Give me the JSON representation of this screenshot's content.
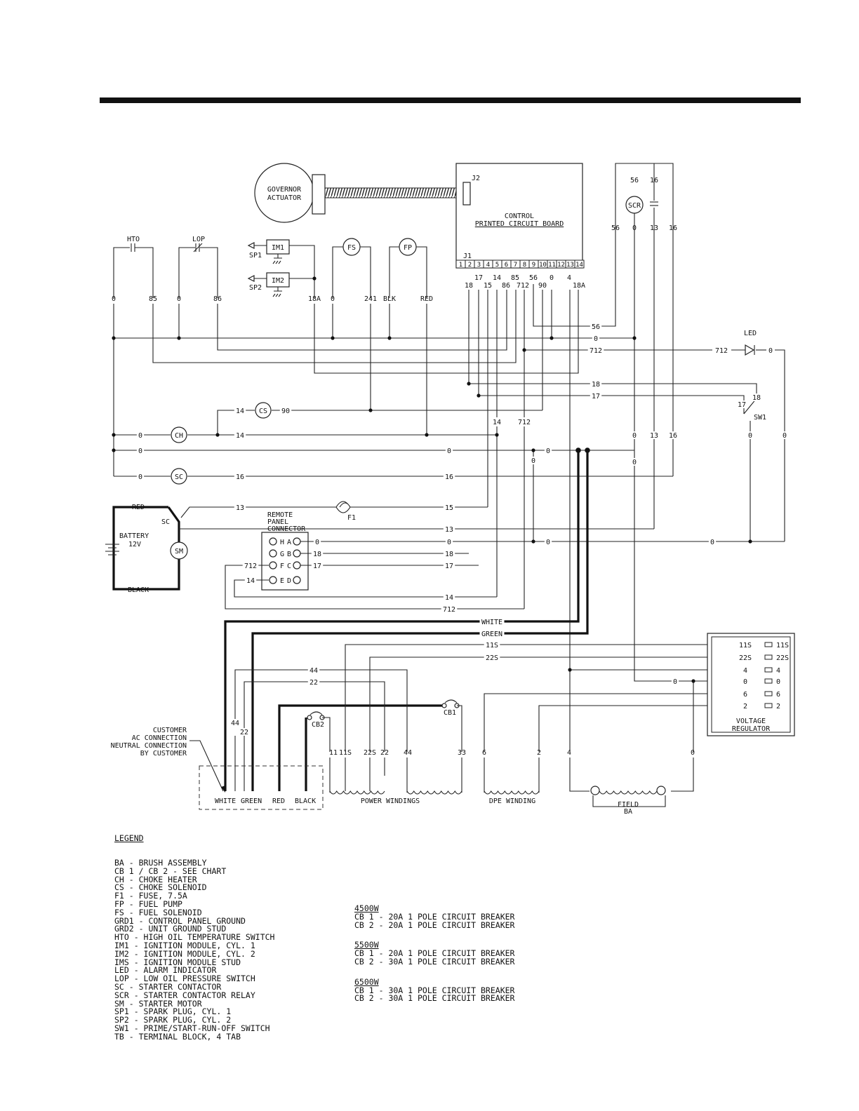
{
  "components": {
    "governor": [
      "GOVERNOR",
      "ACTUATOR"
    ],
    "j2": "J2",
    "board": [
      "CONTROL",
      "PRINTED CIRCUIT BOARD"
    ],
    "j1": "J1",
    "pins": [
      "1",
      "2",
      "3",
      "4",
      "5",
      "6",
      "7",
      "8",
      "9",
      "10",
      "11",
      "12",
      "13",
      "14"
    ],
    "pin_wires": [
      "18",
      "17",
      "15",
      "14",
      "86",
      "85",
      "712",
      "56",
      "90",
      "0",
      "4",
      "18A"
    ],
    "hto": "HTO",
    "lop": "LOP",
    "im1": "IM1",
    "im2": "IM2",
    "sp1": "SP1",
    "sp2": "SP2",
    "fs": "FS",
    "fp": "FP",
    "scr": "SCR",
    "cs": "CS",
    "ch": "CH",
    "sc": "SC",
    "sm": "SM",
    "led": "LED",
    "sw1": "SW1",
    "f1": "F1",
    "battery": [
      "BATTERY",
      "12V"
    ],
    "red": "RED",
    "black": "BLACK",
    "remote": [
      "REMOTE",
      "PANEL",
      "CONNECTOR"
    ],
    "remote_pins": [
      "H",
      "A",
      "G",
      "B",
      "F",
      "C",
      "E",
      "D"
    ],
    "vr": [
      "VOLTAGE",
      "REGULATOR"
    ],
    "vr_terms": [
      "11S",
      "22S",
      "4",
      "0",
      "6",
      "2"
    ],
    "cb1": "CB1",
    "cb2": "CB2",
    "customer": [
      "CUSTOMER",
      "AC CONNECTION",
      "NEUTRAL CONNECTION",
      "BY CUSTOMER"
    ],
    "bottom_labels": [
      "WHITE",
      "GREEN",
      "RED",
      "BLACK",
      "POWER WINDINGS",
      "DPE WINDING",
      "FIELD",
      "BA"
    ],
    "winding_wires": [
      "11",
      "11S",
      "22S",
      "22",
      "44",
      "33",
      "6",
      "2",
      "4",
      "0"
    ],
    "bus_labels": [
      "WHITE",
      "GREEN",
      "11S",
      "22S",
      "44",
      "22"
    ]
  },
  "legend": {
    "title": "LEGEND",
    "items": [
      "BA - BRUSH ASSEMBLY",
      "CB 1 / CB 2 - SEE CHART",
      "CH - CHOKE HEATER",
      "CS - CHOKE SOLENOID",
      "F1 - FUSE, 7.5A",
      "FP - FUEL PUMP",
      "FS - FUEL SOLENOID",
      "GRD1 - CONTROL PANEL GROUND",
      "GRD2 - UNIT GROUND STUD",
      "HTO - HIGH OIL TEMPERATURE SWITCH",
      "IM1 - IGNITION MODULE, CYL. 1",
      "IM2 - IGNITION MODULE, CYL. 2",
      "IMS - IGNITION MODULE STUD",
      "LED - ALARM INDICATOR",
      "LOP - LOW OIL PRESSURE SWITCH",
      "SC - STARTER CONTACTOR",
      "SCR - STARTER CONTACTOR RELAY",
      "SM - STARTER MOTOR",
      "SP1 - SPARK PLUG, CYL. 1",
      "SP2 - SPARK PLUG, CYL. 2",
      "SW1 - PRIME/START-RUN-OFF SWITCH",
      "TB - TERMINAL BLOCK, 4 TAB"
    ]
  },
  "chart": [
    {
      "model": "4500W",
      "lines": [
        "CB 1 - 20A 1 POLE CIRCUIT BREAKER",
        "CB 2 - 20A 1 POLE CIRCUIT BREAKER"
      ]
    },
    {
      "model": "5500W",
      "lines": [
        "CB 1 - 20A 1 POLE CIRCUIT BREAKER",
        "CB 2 - 30A 1 POLE CIRCUIT BREAKER"
      ]
    },
    {
      "model": "6500W",
      "lines": [
        "CB 1 - 30A 1 POLE CIRCUIT BREAKER",
        "CB 2 - 30A 1 POLE CIRCUIT BREAKER"
      ]
    }
  ]
}
